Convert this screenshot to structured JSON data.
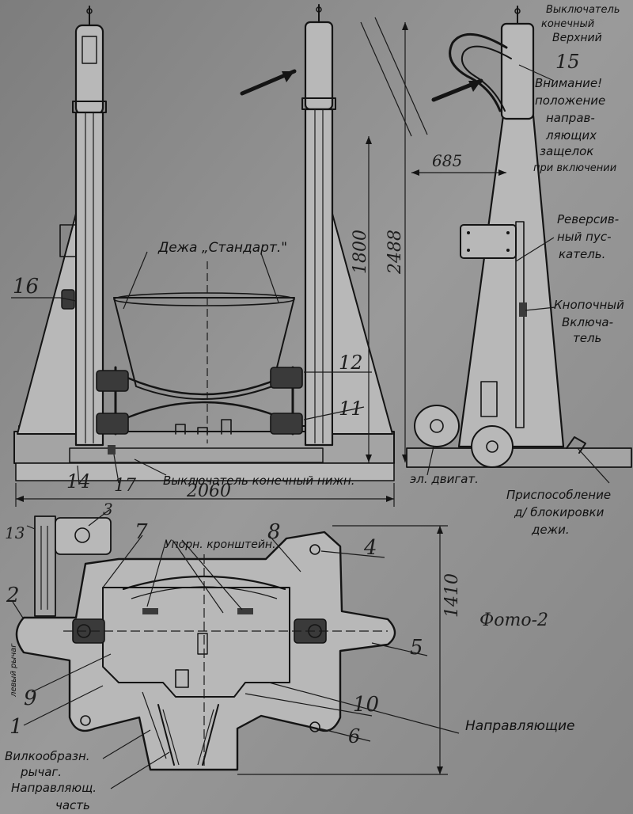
{
  "labels": {
    "callouts": [
      "16",
      "12",
      "11",
      "14",
      "17",
      "13",
      "3",
      "7",
      "8",
      "4",
      "2",
      "5",
      "9",
      "10",
      "1",
      "6",
      "15"
    ],
    "dough_bowl": "Дежа „Стандарт.\"",
    "limit_switch_lower": "Выключатель конечный нижн.",
    "limit_switch_upper_1": "Выключатель",
    "limit_switch_upper_2": "конечный",
    "limit_switch_upper_3": "Верхний",
    "attention_1": "Внимание!",
    "attention_2": "положение",
    "attention_3": "направ-",
    "attention_4": "ляющих",
    "attention_5": "защелок",
    "attention_6": "при включении",
    "reversing_1": "Реверсив-",
    "reversing_2": "ный пус-",
    "reversing_3": "катель.",
    "button_1": "Кнопочный",
    "button_2": "Включа-",
    "button_3": "тель",
    "motor": "эл. двигат.",
    "locking_1": "Приспособление",
    "locking_2": "д/ блокировки",
    "locking_3": "дежи.",
    "support_brackets": "Упорн. кронштейн.",
    "guides": "Направляющие",
    "forked_lever_1": "Вилкообразн.",
    "forked_lever_2": "рычаг.",
    "guide_part_1": "Направляющ.",
    "guide_part_2": "часть",
    "side_note": "левый рычаг",
    "photo_note": "Фото-2"
  },
  "dimensions": {
    "width_total": "2060",
    "height_1800": "1800",
    "height_2488": "2488",
    "reach_685": "685",
    "depth_1410": "1410"
  },
  "colors": {
    "paper": "#8e8e8e",
    "ink": "#141414"
  }
}
